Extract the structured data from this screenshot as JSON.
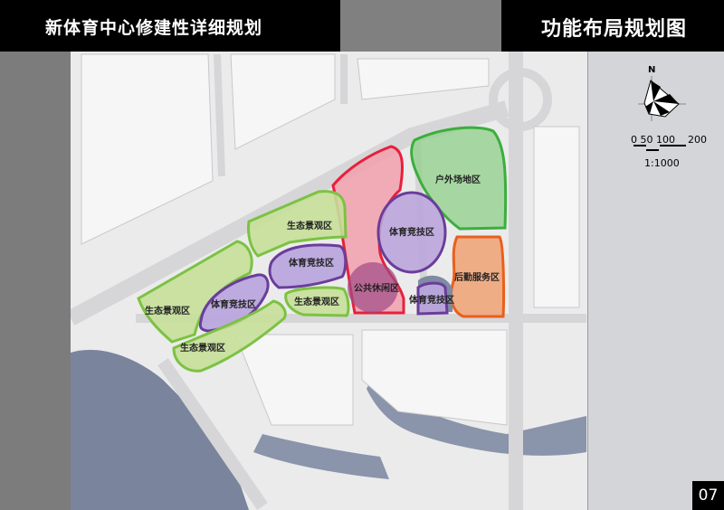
{
  "header": {
    "project_title": "新体育中心修建性详细规划",
    "drawing_title": "功能布局规划图"
  },
  "legend": {
    "north_label": "N",
    "scale_ticks": [
      "0",
      "50",
      "100",
      "200"
    ],
    "scale_ratio": "1:1000"
  },
  "zones": {
    "outdoor": "户外场地区",
    "sports_main": "体育竞技区",
    "public_leisure": "公共休闲区",
    "sports_small": "体育竞技区",
    "logistics": "后勤服务区",
    "eco_top": "生态景观区",
    "sports_mid": "体育竞技区",
    "eco_small": "生态景观区",
    "sports_left": "体育竞技区",
    "eco_left": "生态景观区",
    "eco_bottom": "生态景观区"
  },
  "colors": {
    "green": "#7cc242",
    "purple": "#6a3d9a",
    "pink": "#e8203a",
    "orange": "#e8601c",
    "water": "#7a849c"
  },
  "page_number": "07"
}
